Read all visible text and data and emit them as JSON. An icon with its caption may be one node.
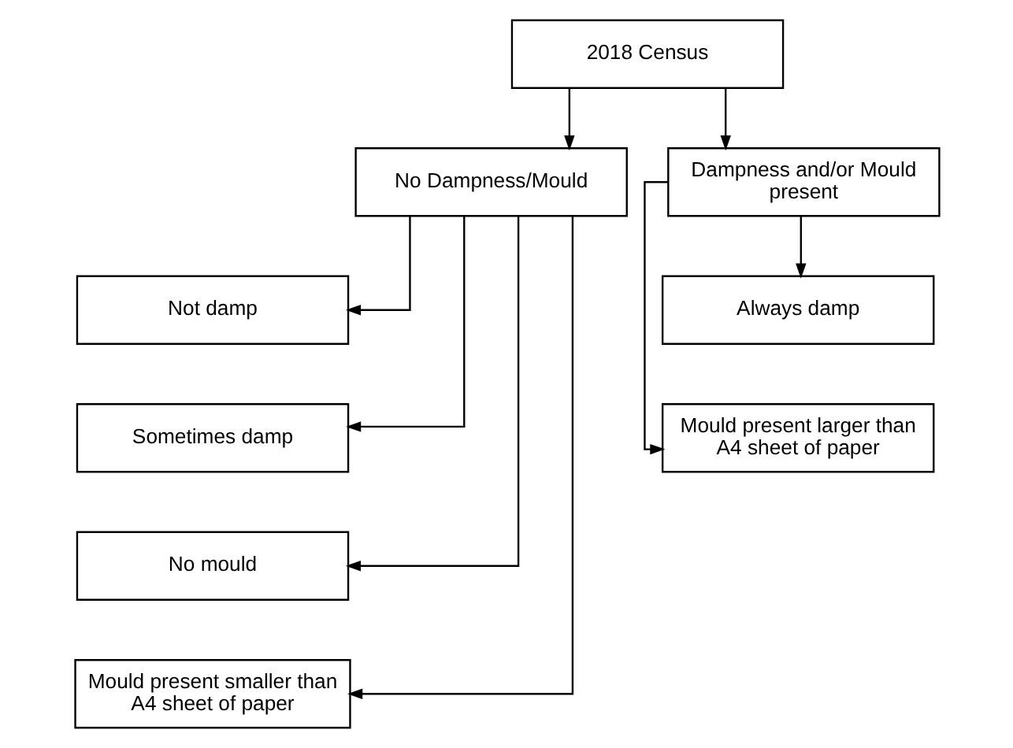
{
  "diagram": {
    "nodes": [
      {
        "text": [
          "2018 Census"
        ]
      },
      {
        "text": [
          "No Dampness/Mould"
        ]
      },
      {
        "text": [
          "Dampness and/or Mould present"
        ]
      },
      {
        "text": [
          "Not damp"
        ]
      },
      {
        "text": [
          "Sometimes damp"
        ]
      },
      {
        "text": [
          "No mould"
        ]
      },
      {
        "text": [
          "Mould present smaller than A4 sheet of paper"
        ]
      },
      {
        "text": [
          "Always damp"
        ]
      },
      {
        "text": [
          "Mould present larger than A4 sheet of paper"
        ]
      }
    ],
    "edges": [
      {
        "from": 0,
        "to": 1,
        "arrow": "to"
      },
      {
        "from": 0,
        "to": 2,
        "arrow": "to"
      },
      {
        "from": 1,
        "to": 3,
        "arrow": "to"
      },
      {
        "from": 1,
        "to": 4,
        "arrow": "to"
      },
      {
        "from": 1,
        "to": 5,
        "arrow": "to"
      },
      {
        "from": 1,
        "to": 6,
        "arrow": "to"
      },
      {
        "from": 2,
        "to": 7,
        "arrow": "to"
      },
      {
        "from": 2,
        "to": 8,
        "arrow": "to"
      }
    ]
  }
}
